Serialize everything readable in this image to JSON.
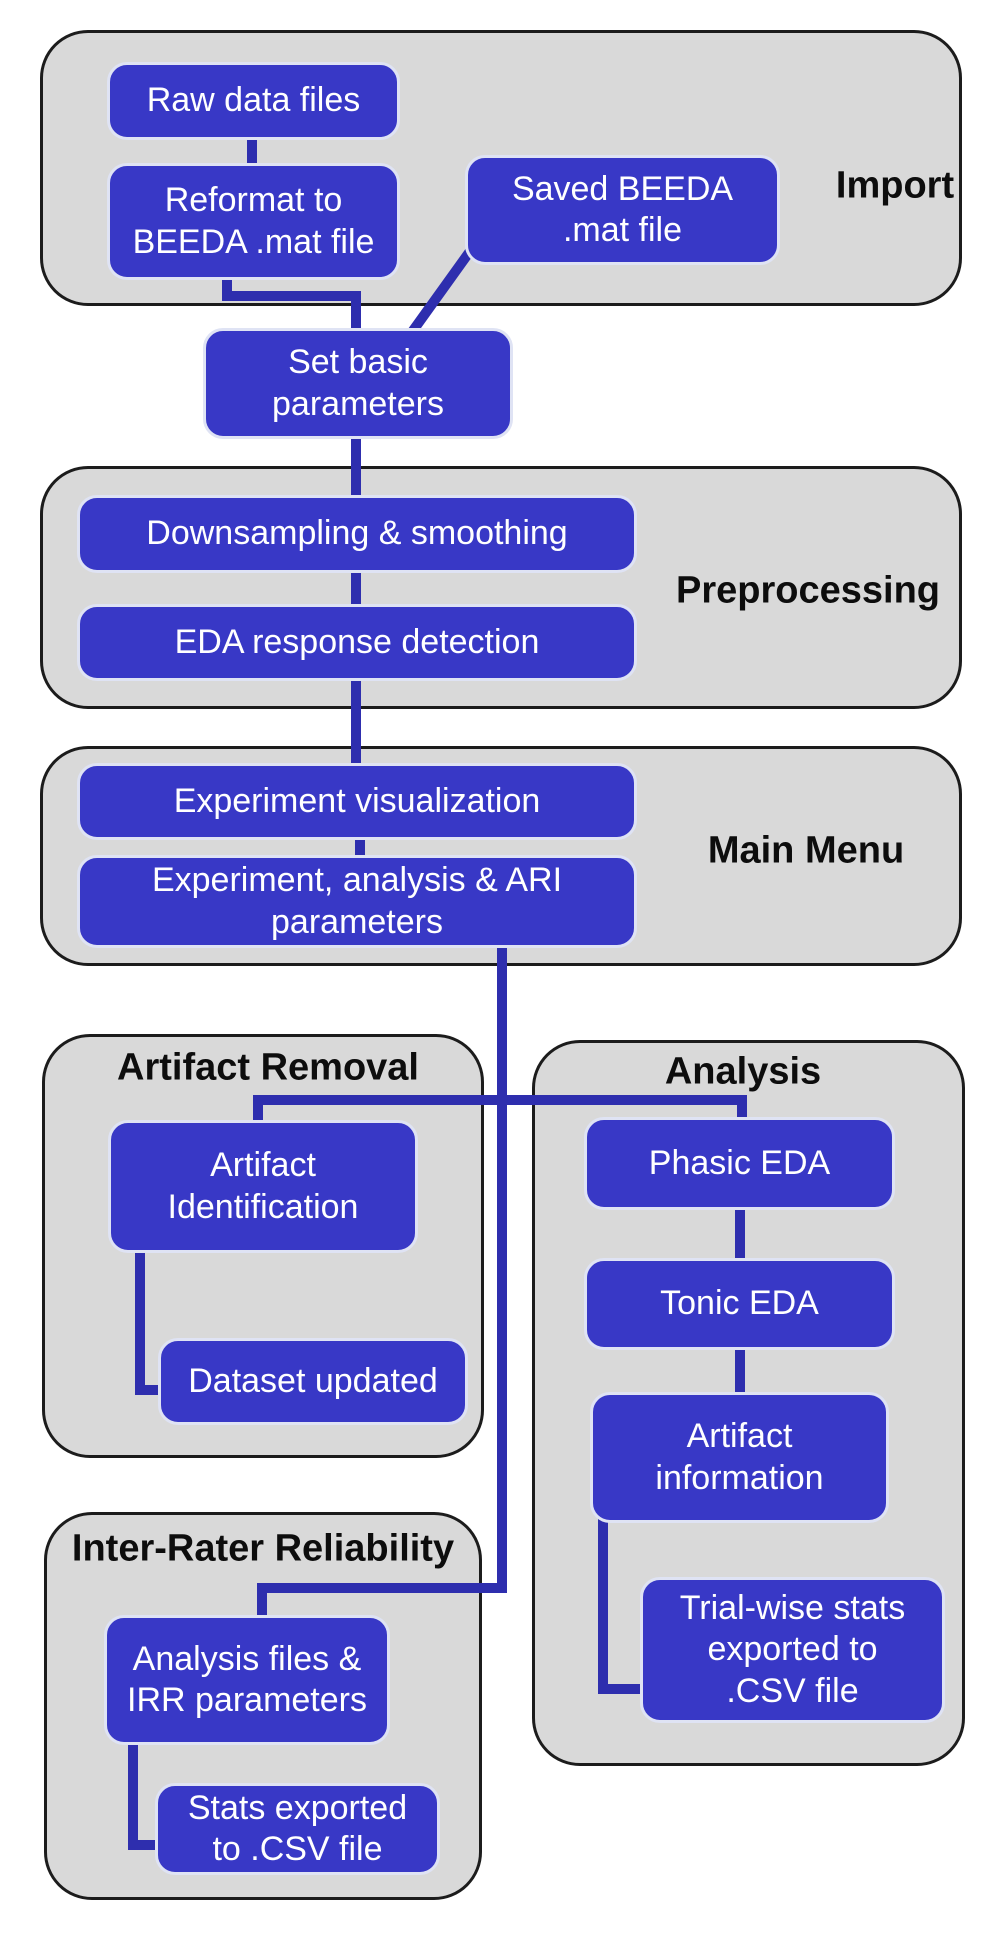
{
  "sections": {
    "import": {
      "label": "Import"
    },
    "preprocessing": {
      "label": "Preprocessing"
    },
    "main_menu": {
      "label": "Main Menu"
    },
    "artifact_removal": {
      "label": "Artifact Removal"
    },
    "analysis": {
      "label": "Analysis"
    },
    "irr": {
      "label": "Inter-Rater Reliability"
    }
  },
  "nodes": {
    "raw_data": {
      "lines": [
        "Raw data files"
      ]
    },
    "reformat": {
      "lines": [
        "Reformat to",
        "BEEDA .mat file"
      ]
    },
    "saved_beeda": {
      "lines": [
        "Saved BEEDA",
        ".mat file"
      ]
    },
    "set_basic": {
      "lines": [
        "Set basic",
        "parameters"
      ]
    },
    "downsampling": {
      "lines": [
        "Downsampling & smoothing"
      ]
    },
    "eda_response": {
      "lines": [
        "EDA response detection"
      ]
    },
    "exp_vis": {
      "lines": [
        "Experiment visualization"
      ]
    },
    "exp_ari": {
      "lines": [
        "Experiment, analysis & ARI",
        "parameters"
      ]
    },
    "artifact_id": {
      "lines": [
        "Artifact",
        "Identification"
      ]
    },
    "dataset_updated": {
      "lines": [
        "Dataset updated"
      ]
    },
    "phasic": {
      "lines": [
        "Phasic EDA"
      ]
    },
    "tonic": {
      "lines": [
        "Tonic EDA"
      ]
    },
    "artifact_info": {
      "lines": [
        "Artifact",
        "information"
      ]
    },
    "trialwise": {
      "lines": [
        "Trial-wise stats",
        "exported to",
        ".CSV file"
      ]
    },
    "analysis_files": {
      "lines": [
        "Analysis files &",
        "IRR parameters"
      ]
    },
    "stats_exported": {
      "lines": [
        "Stats exported",
        "to .CSV file"
      ]
    }
  },
  "colors": {
    "node_fill": "#3838c6",
    "node_border": "#dfe3f4",
    "node_text": "#ffffff",
    "connector": "#2e2eae",
    "section_fill": "#d9d9d9",
    "section_border": "#1c1c1c",
    "label_text": "#0d0d0d",
    "background": "#ffffff"
  }
}
